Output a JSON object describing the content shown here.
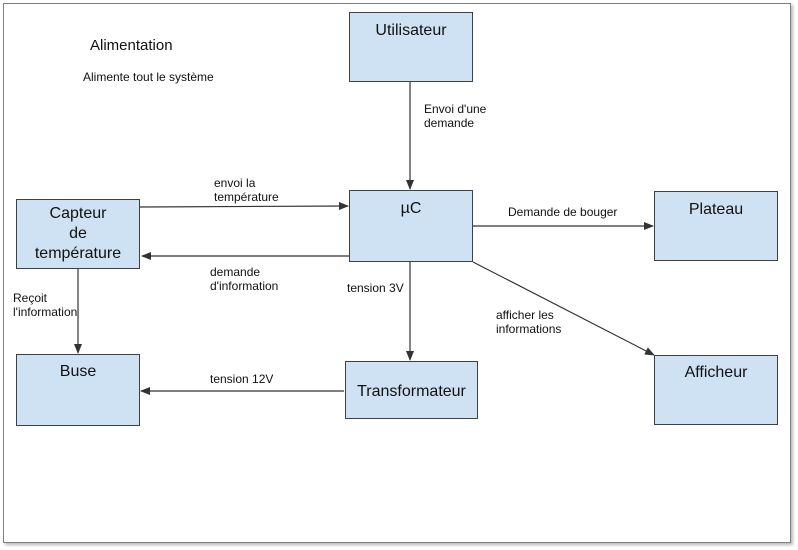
{
  "header": {
    "title": "Alimentation",
    "subtitle": "Alimente tout le système"
  },
  "blocks": {
    "user": "Utilisateur",
    "mcu": "µC",
    "sensor": [
      "Capteur",
      "de",
      "température"
    ],
    "plate": "Plateau",
    "nozzle": "Buse",
    "transformer": "Transformateur",
    "display": "Afficheur"
  },
  "links": {
    "user_to_mcu": [
      "Envoi d'une",
      "demande"
    ],
    "sensor_to_mcu": [
      "envoi la",
      "température"
    ],
    "mcu_to_sensor": [
      "demande",
      "d'information"
    ],
    "mcu_to_plate": "Demande de bouger",
    "mcu_to_transformer": "tension 3V",
    "mcu_to_display": [
      "afficher les",
      "informations"
    ],
    "sensor_to_nozzle": [
      "Reçoit",
      "l'information"
    ],
    "transformer_to_nozzle": "tension 12V"
  },
  "colors": {
    "box_fill": "#cfe2f3",
    "line": "#333333"
  }
}
